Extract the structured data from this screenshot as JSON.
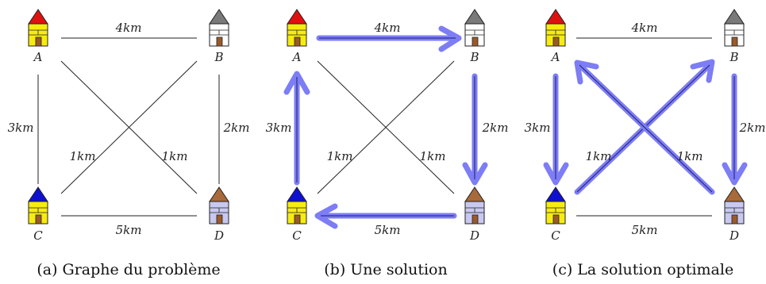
{
  "colors": {
    "roof_a": "#e01010",
    "roof_b": "#7a7a7a",
    "roof_c": "#1010d0",
    "roof_d": "#a86a3a",
    "wall_yellow": "#f7ec10",
    "wall_white": "#ffffff",
    "wall_lavender": "#c8c8f0",
    "door": "#9a5a28",
    "arrow": "#7d7df5"
  },
  "panels": [
    {
      "caption": "(a) Graphe du problème",
      "nodes": {
        "A": "A",
        "B": "B",
        "C": "C",
        "D": "D"
      },
      "edges": {
        "ab": "4km",
        "ac": "3km",
        "bd": "2km",
        "cd": "5km",
        "ad": "1km",
        "bc": "1km"
      }
    },
    {
      "caption": "(b) Une solution",
      "nodes": {
        "A": "A",
        "B": "B",
        "C": "C",
        "D": "D"
      },
      "edges": {
        "ab": "4km",
        "ac": "3km",
        "bd": "2km",
        "cd": "5km",
        "ad": "1km",
        "bc": "1km"
      }
    },
    {
      "caption": "(c) La solution optimale",
      "nodes": {
        "A": "A",
        "B": "B",
        "C": "C",
        "D": "D"
      },
      "edges": {
        "ab": "4km",
        "ac": "3km",
        "bd": "2km",
        "cd": "5km",
        "ad": "1km",
        "bc": "1km"
      }
    }
  ]
}
